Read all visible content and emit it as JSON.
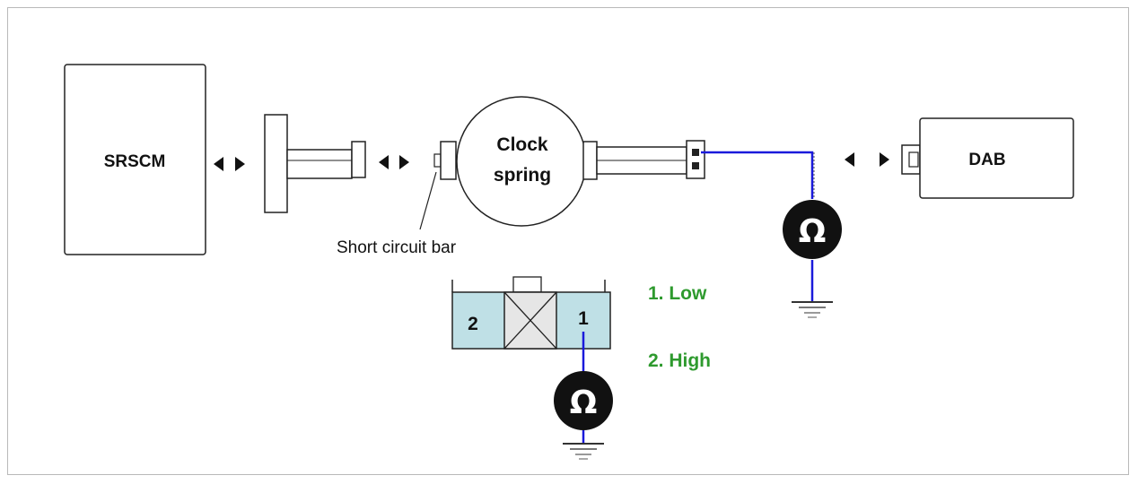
{
  "diagram": {
    "modules": {
      "srscm": "SRSCM",
      "clock_spring_line1": "Clock",
      "clock_spring_line2": "spring",
      "dab": "DAB"
    },
    "annotations": {
      "short_circuit_bar": "Short circuit bar"
    },
    "connector": {
      "pin_left": "2",
      "pin_right": "1"
    },
    "legend": {
      "item1": "1. Low",
      "item2": "2. High"
    },
    "meter_symbol": "Ω",
    "colors": {
      "wire": "#1a1adb",
      "legend_text": "#2e9a2e",
      "connector_fill": "#bfe0e6",
      "outline": "#222222",
      "meter_fill": "#111111",
      "meter_symbol": "#ffffff"
    }
  }
}
